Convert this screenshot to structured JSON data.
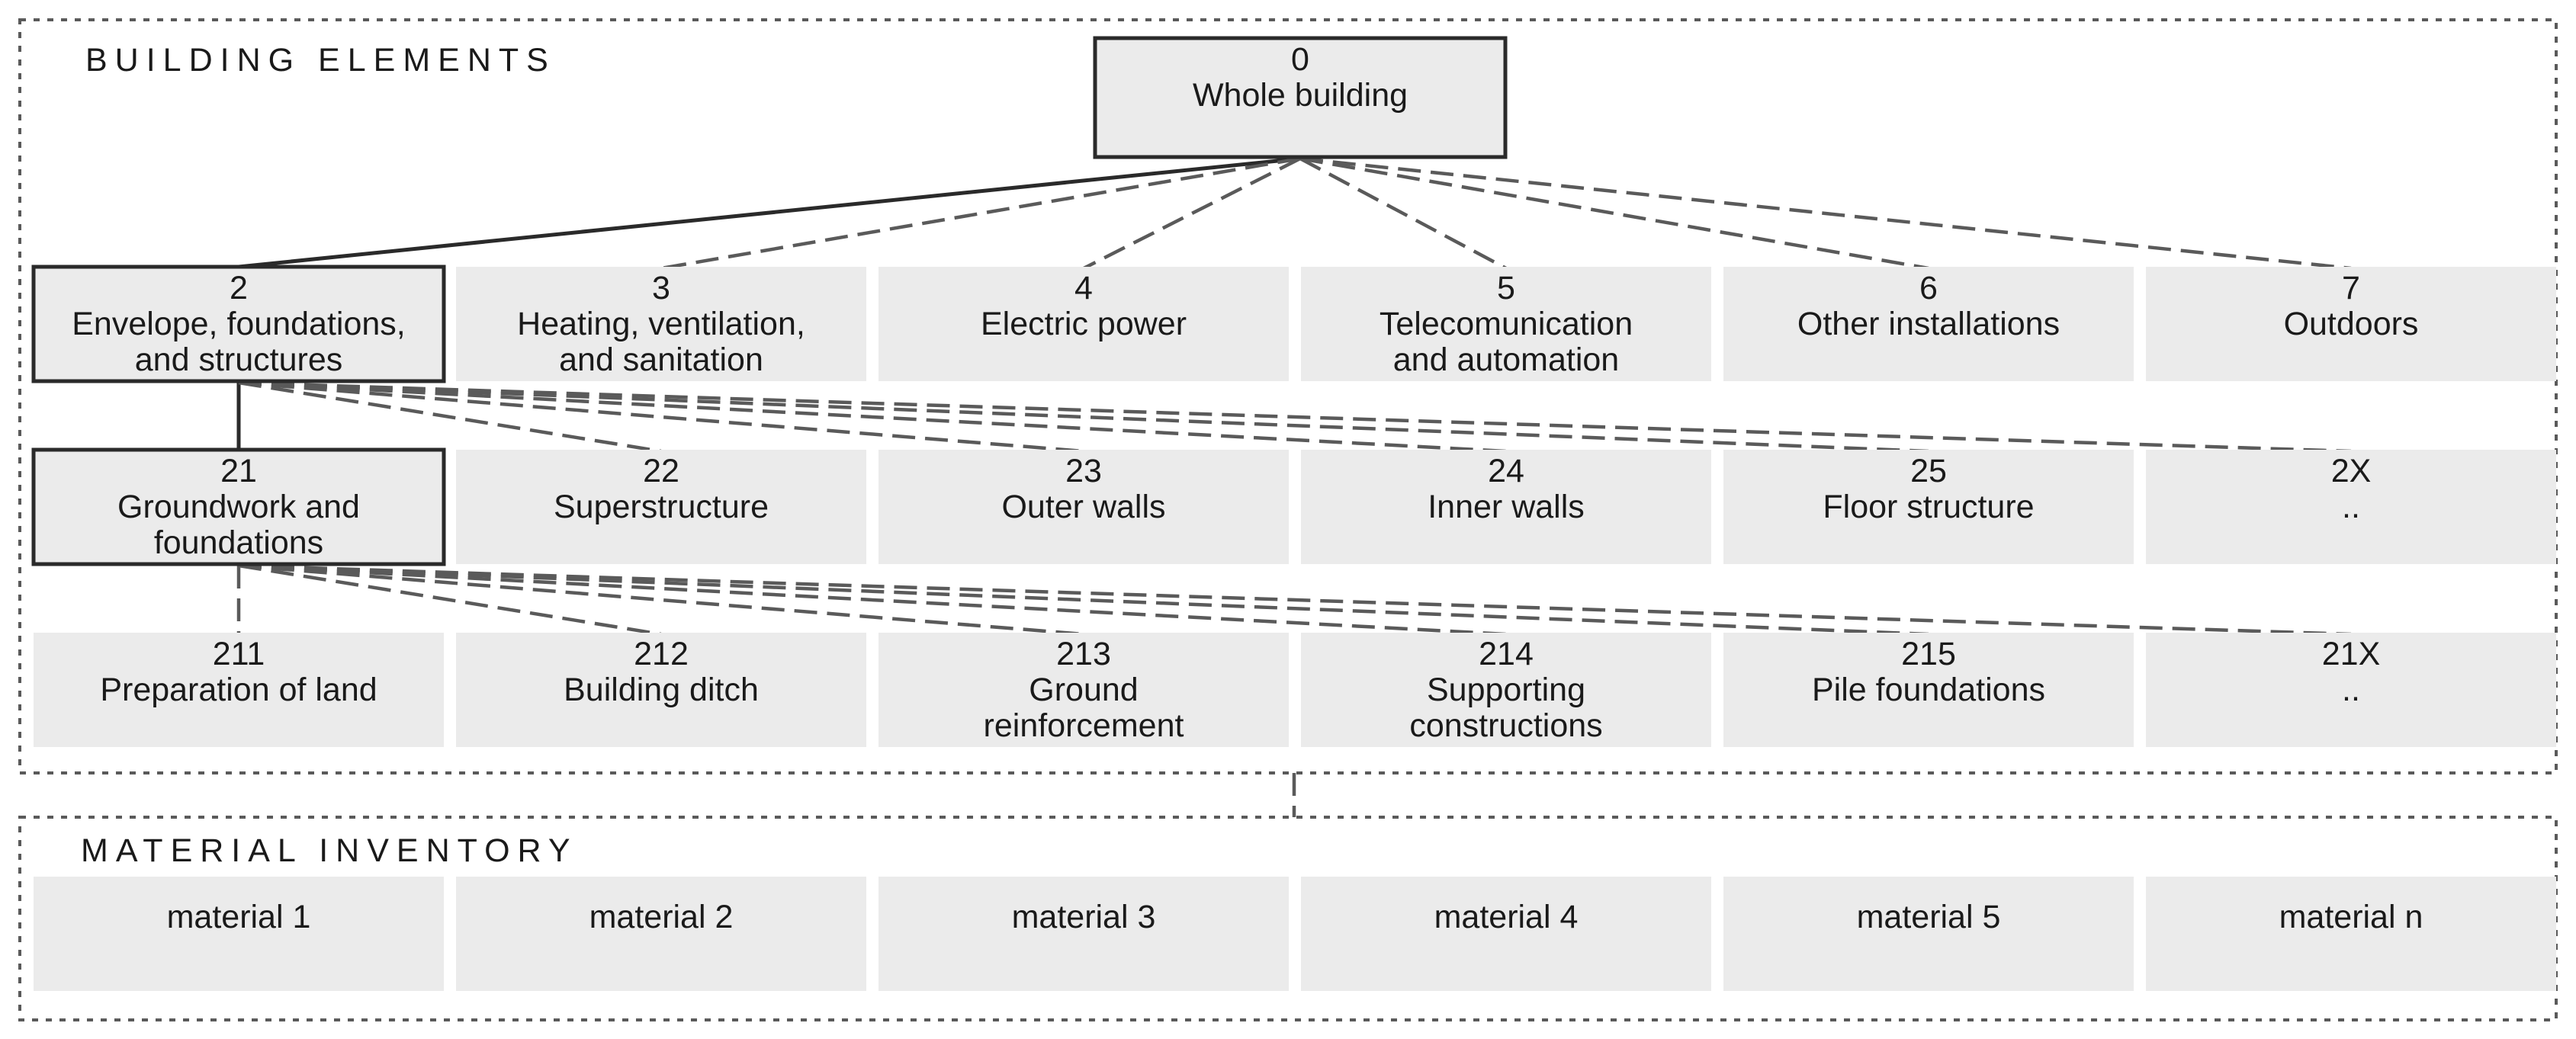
{
  "colors": {
    "box_fill": "#ebebeb",
    "highlight_border": "#2a2a2a",
    "frame_line": "#5a5a5a",
    "text": "#1a1a1a"
  },
  "sections": {
    "building_elements": {
      "title": "BUILDING ELEMENTS"
    },
    "material_inventory": {
      "title": "MATERIAL INVENTORY"
    }
  },
  "root": {
    "code": "0",
    "label": [
      "Whole building"
    ],
    "highlighted": true
  },
  "level1": [
    {
      "code": "2",
      "label": [
        "Envelope, foundations,",
        "and structures"
      ],
      "highlighted": true
    },
    {
      "code": "3",
      "label": [
        "Heating, ventilation,",
        "and sanitation"
      ],
      "highlighted": false
    },
    {
      "code": "4",
      "label": [
        "Electric power"
      ],
      "highlighted": false
    },
    {
      "code": "5",
      "label": [
        "Telecomunication",
        "and automation"
      ],
      "highlighted": false
    },
    {
      "code": "6",
      "label": [
        "Other installations"
      ],
      "highlighted": false
    },
    {
      "code": "7",
      "label": [
        "Outdoors"
      ],
      "highlighted": false
    }
  ],
  "level2": [
    {
      "code": "21",
      "label": [
        "Groundwork and",
        "foundations"
      ],
      "highlighted": true
    },
    {
      "code": "22",
      "label": [
        "Superstructure"
      ],
      "highlighted": false
    },
    {
      "code": "23",
      "label": [
        "Outer walls"
      ],
      "highlighted": false
    },
    {
      "code": "24",
      "label": [
        "Inner walls"
      ],
      "highlighted": false
    },
    {
      "code": "25",
      "label": [
        "Floor structure"
      ],
      "highlighted": false
    },
    {
      "code": "2X",
      "label": [
        ".."
      ],
      "highlighted": false
    }
  ],
  "level3": [
    {
      "code": "211",
      "label": [
        "Preparation of land"
      ],
      "highlighted": false
    },
    {
      "code": "212",
      "label": [
        "Building ditch"
      ],
      "highlighted": false
    },
    {
      "code": "213",
      "label": [
        "Ground",
        "reinforcement"
      ],
      "highlighted": false
    },
    {
      "code": "214",
      "label": [
        "Supporting",
        "constructions"
      ],
      "highlighted": false
    },
    {
      "code": "215",
      "label": [
        "Pile foundations"
      ],
      "highlighted": false
    },
    {
      "code": "21X",
      "label": [
        ".."
      ],
      "highlighted": false
    }
  ],
  "materials": [
    {
      "label": "material 1"
    },
    {
      "label": "material 2"
    },
    {
      "label": "material 3"
    },
    {
      "label": "material 4"
    },
    {
      "label": "material 5"
    },
    {
      "label": "material n"
    }
  ]
}
